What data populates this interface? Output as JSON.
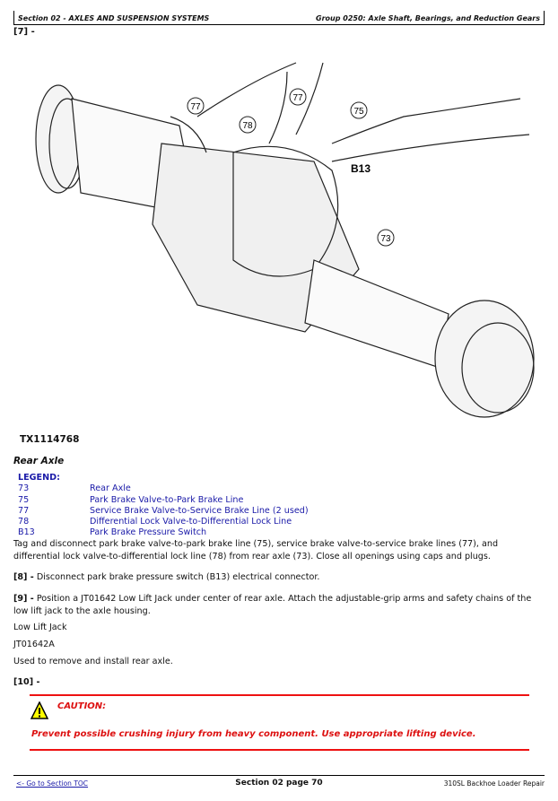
{
  "header": {
    "section": "Section 02 - AXLES AND SUSPENSION SYSTEMS",
    "group": "Group 0250: Axle Shaft, Bearings, and Reduction Gears"
  },
  "step7": "[7] -",
  "figure": {
    "id": "TX1114768",
    "callouts": [
      "77",
      "77",
      "78",
      "75",
      "B13",
      "73"
    ]
  },
  "figure_title": "Rear Axle",
  "legend": {
    "title": "LEGEND:",
    "items": [
      {
        "num": "73",
        "label": "Rear Axle"
      },
      {
        "num": "75",
        "label": "Park Brake Valve-to-Park Brake Line"
      },
      {
        "num": "77",
        "label": "Service Brake Valve-to-Service Brake Line (2 used)"
      },
      {
        "num": "78",
        "label": "Differential Lock Valve-to-Differential Lock Line"
      },
      {
        "num": "B13",
        "label": "Park Brake Pressure Switch"
      }
    ]
  },
  "para7": "Tag and disconnect park brake valve-to-park brake line (75), service brake valve-to-service brake lines (77), and differential lock valve-to-differential lock line (78) from rear axle (73). Close all openings using caps and plugs.",
  "step8": {
    "num": "[8] -",
    "text": " Disconnect park brake pressure switch (B13) electrical connector."
  },
  "step9": {
    "num": "[9] -",
    "text": " Position a JT01642 Low Lift Jack under center of rear axle. Attach the adjustable-grip arms and safety chains of the low lift jack to the axle housing."
  },
  "tool_name": "Low Lift Jack",
  "tool_number": "JT01642A",
  "tool_use": "Used to remove and install rear axle.",
  "step10": "[10] -",
  "caution": {
    "title": "CAUTION:",
    "text": "Prevent possible crushing injury from heavy component. Use appropriate lifting device."
  },
  "footer": {
    "toc_link": "<- Go to Section TOC",
    "page": "Section 02 page 70",
    "manual": "310SL Backhoe Loader Repair"
  }
}
